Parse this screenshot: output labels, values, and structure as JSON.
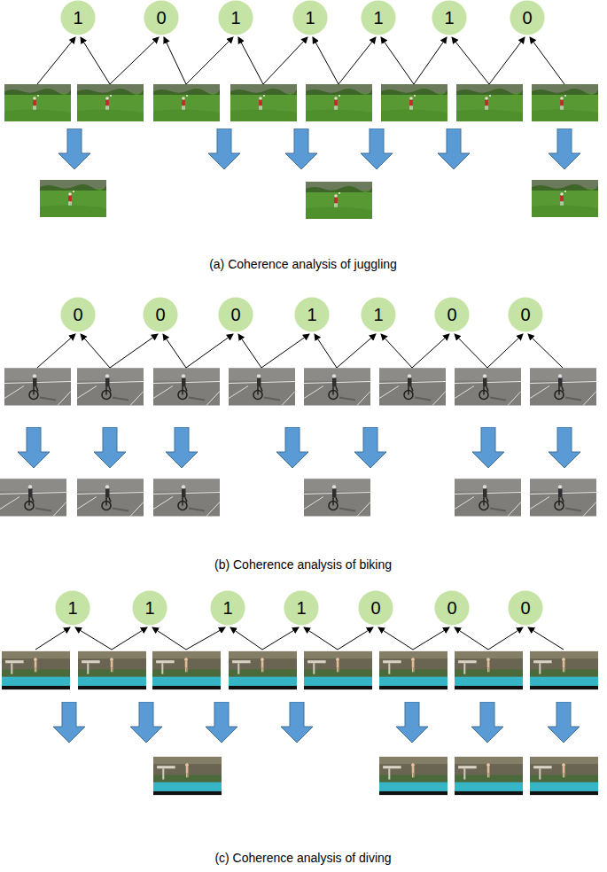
{
  "diagram": {
    "nodes": [
      {
        "text": [
          "1"
        ]
      },
      {
        "text": [
          "0"
        ]
      },
      {
        "text": [
          "1"
        ]
      },
      {
        "text": [
          "1"
        ]
      },
      {
        "text": [
          "1"
        ]
      },
      {
        "text": [
          "1"
        ]
      },
      {
        "text": [
          "0"
        ]
      },
      {
        "text": [
          "0"
        ]
      },
      {
        "text": [
          "0"
        ]
      },
      {
        "text": [
          "0"
        ]
      },
      {
        "text": [
          "1"
        ]
      },
      {
        "text": [
          "1"
        ]
      },
      {
        "text": [
          "0"
        ]
      },
      {
        "text": [
          "0"
        ]
      },
      {
        "text": [
          "1"
        ]
      },
      {
        "text": [
          "1"
        ]
      },
      {
        "text": [
          "1"
        ]
      },
      {
        "text": [
          "1"
        ]
      },
      {
        "text": [
          "0"
        ]
      },
      {
        "text": [
          "0"
        ]
      },
      {
        "text": [
          "0"
        ]
      }
    ],
    "labels": [
      "(a) Coherence analysis of juggling",
      "(b) Coherence analysis of biking",
      "(c) Coherence analysis of diving"
    ]
  }
}
